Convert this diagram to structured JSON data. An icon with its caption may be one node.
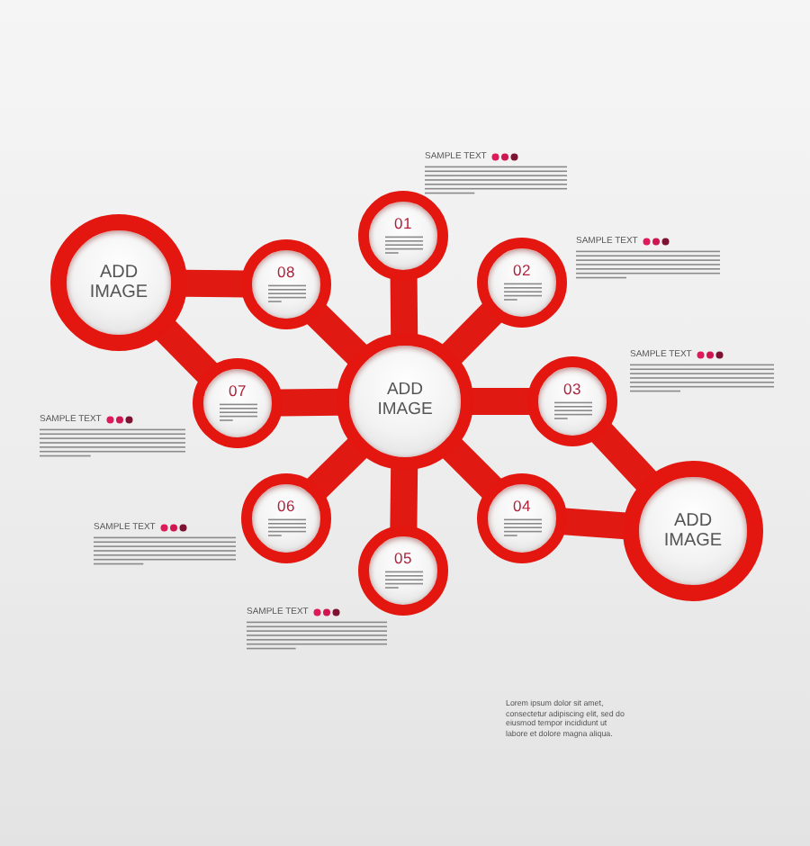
{
  "diagram": {
    "nodes": [
      {
        "text": [
          "01"
        ]
      },
      {
        "text": [
          "02"
        ]
      },
      {
        "text": [
          "03"
        ]
      },
      {
        "text": [
          "04"
        ]
      },
      {
        "text": [
          "05"
        ]
      },
      {
        "text": [
          "06"
        ]
      },
      {
        "text": [
          "07"
        ]
      },
      {
        "text": [
          "08"
        ]
      },
      {
        "text": [
          "ADD IMAGE"
        ]
      },
      {
        "text": [
          "ADD IMAGE"
        ]
      },
      {
        "text": [
          "ADD IMAGE"
        ]
      }
    ],
    "edges": [
      {
        "from": 8,
        "to": 0,
        "arrow": "none"
      },
      {
        "from": 8,
        "to": 1,
        "arrow": "none"
      },
      {
        "from": 8,
        "to": 2,
        "arrow": "none"
      },
      {
        "from": 8,
        "to": 3,
        "arrow": "none"
      },
      {
        "from": 8,
        "to": 4,
        "arrow": "none"
      },
      {
        "from": 8,
        "to": 5,
        "arrow": "none"
      },
      {
        "from": 8,
        "to": 6,
        "arrow": "none"
      },
      {
        "from": 8,
        "to": 7,
        "arrow": "none"
      },
      {
        "from": 9,
        "to": 7,
        "arrow": "none"
      },
      {
        "from": 9,
        "to": 6,
        "arrow": "none"
      },
      {
        "from": 10,
        "to": 2,
        "arrow": "none"
      },
      {
        "from": 10,
        "to": 3,
        "arrow": "none"
      }
    ],
    "labels": [
      "SAMPLE TEXT",
      "SAMPLE TEXT",
      "SAMPLE TEXT",
      "SAMPLE TEXT",
      "SAMPLE TEXT",
      "SAMPLE TEXT",
      "Lorem ipsum dolor sit amet, consectetur adipiscing elit, sed do eiusmod tempor incididunt ut labore et dolore magna aliqua."
    ]
  }
}
